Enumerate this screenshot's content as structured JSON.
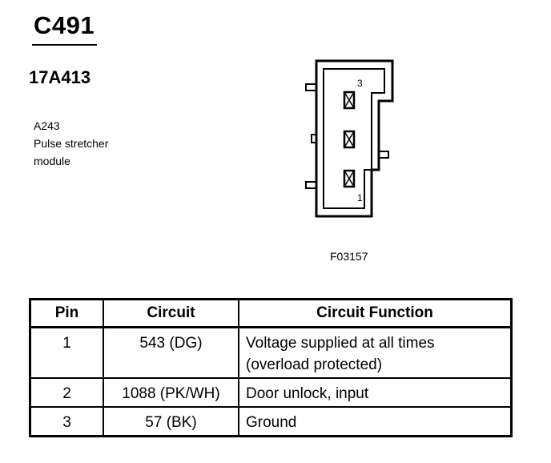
{
  "header": {
    "connector_id": "C491",
    "part_number": "17A413",
    "component_code": "A243",
    "component_name_lines": [
      "Pulse stretcher",
      "module"
    ]
  },
  "diagram": {
    "pin_label_top": "3",
    "pin_label_bottom": "1",
    "figure_number": "F03157"
  },
  "table": {
    "headers": [
      "Pin",
      "Circuit",
      "Circuit Function"
    ],
    "rows": [
      {
        "pin": "1",
        "circuit": "543 (DG)",
        "function_lines": [
          "Voltage supplied at all times",
          "(overload protected)"
        ]
      },
      {
        "pin": "2",
        "circuit": "1088 (PK/WH)",
        "function_lines": [
          "Door unlock, input"
        ]
      },
      {
        "pin": "3",
        "circuit": "57 (BK)",
        "function_lines": [
          "Ground"
        ]
      }
    ]
  }
}
